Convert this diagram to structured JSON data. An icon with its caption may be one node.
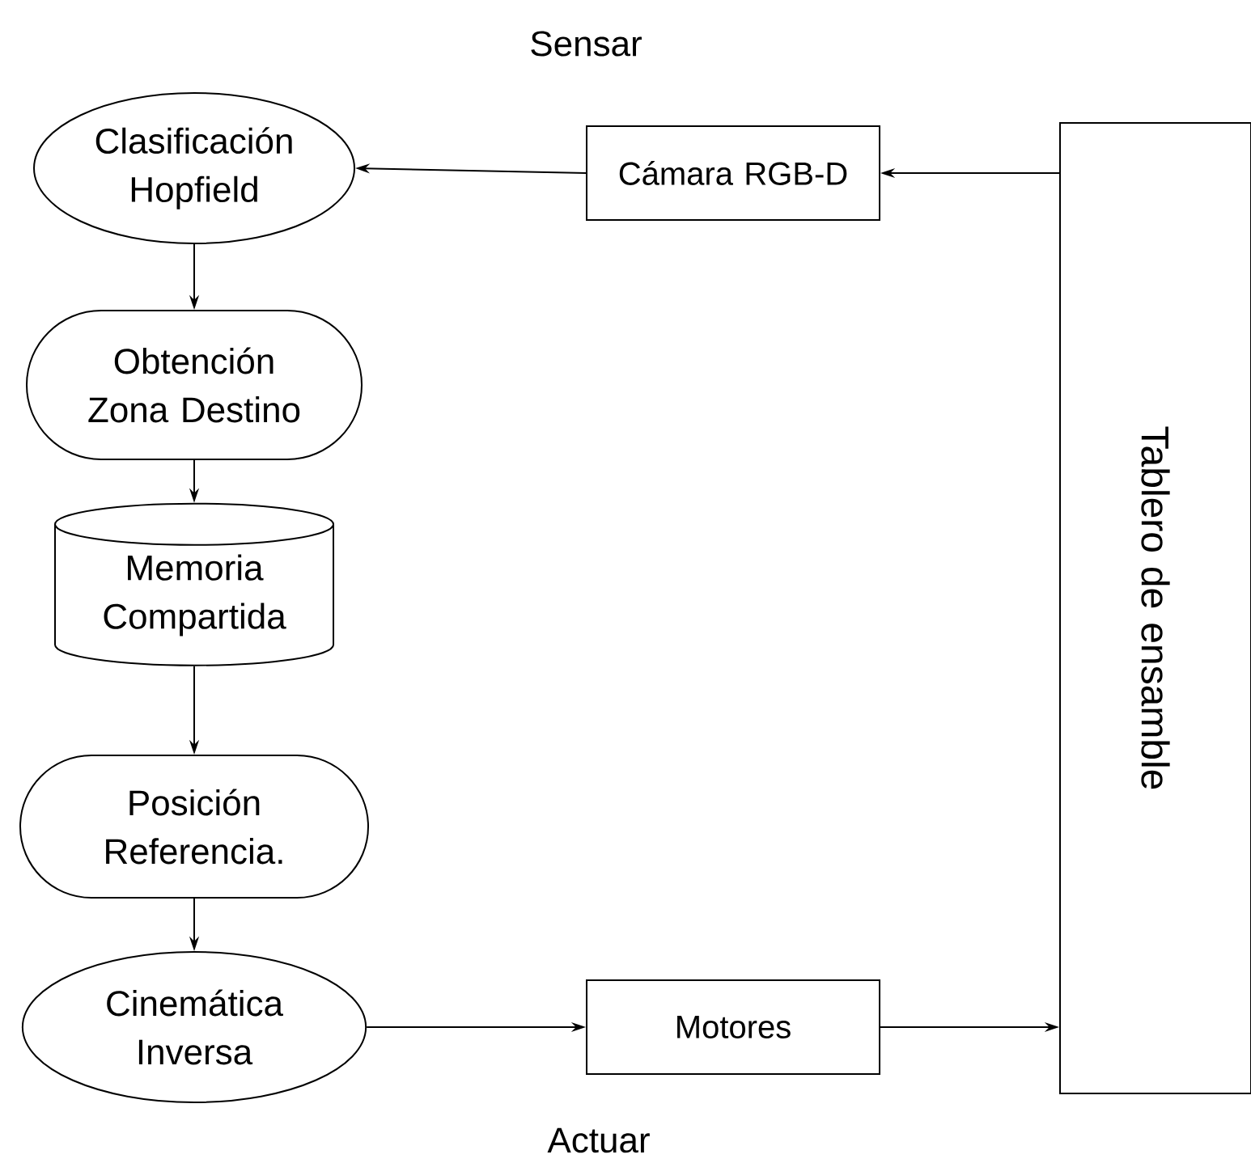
{
  "diagram": {
    "nodes": [
      {
        "text": [
          "Clasificación Hopfield"
        ]
      },
      {
        "text": [
          "Obtención Zona Destino"
        ]
      },
      {
        "text": [
          "Memoria Compartida"
        ]
      },
      {
        "text": [
          "Posición Referencia."
        ]
      },
      {
        "text": [
          "Cinemática Inversa"
        ]
      },
      {
        "text": [
          "Cámara RGB-D"
        ]
      },
      {
        "text": [
          "Motores"
        ]
      },
      {
        "text": [
          "Tablero de ensamble"
        ]
      }
    ],
    "edges": [
      {
        "from": 7,
        "to": 5,
        "arrow": "to"
      },
      {
        "from": 5,
        "to": 0,
        "arrow": "to"
      },
      {
        "from": 0,
        "to": 1,
        "arrow": "to"
      },
      {
        "from": 1,
        "to": 2,
        "arrow": "to"
      },
      {
        "from": 2,
        "to": 3,
        "arrow": "to"
      },
      {
        "from": 3,
        "to": 4,
        "arrow": "to"
      },
      {
        "from": 4,
        "to": 6,
        "arrow": "to"
      },
      {
        "from": 6,
        "to": 7,
        "arrow": "to"
      }
    ],
    "labels": [
      "Sensar",
      "Actuar"
    ]
  }
}
